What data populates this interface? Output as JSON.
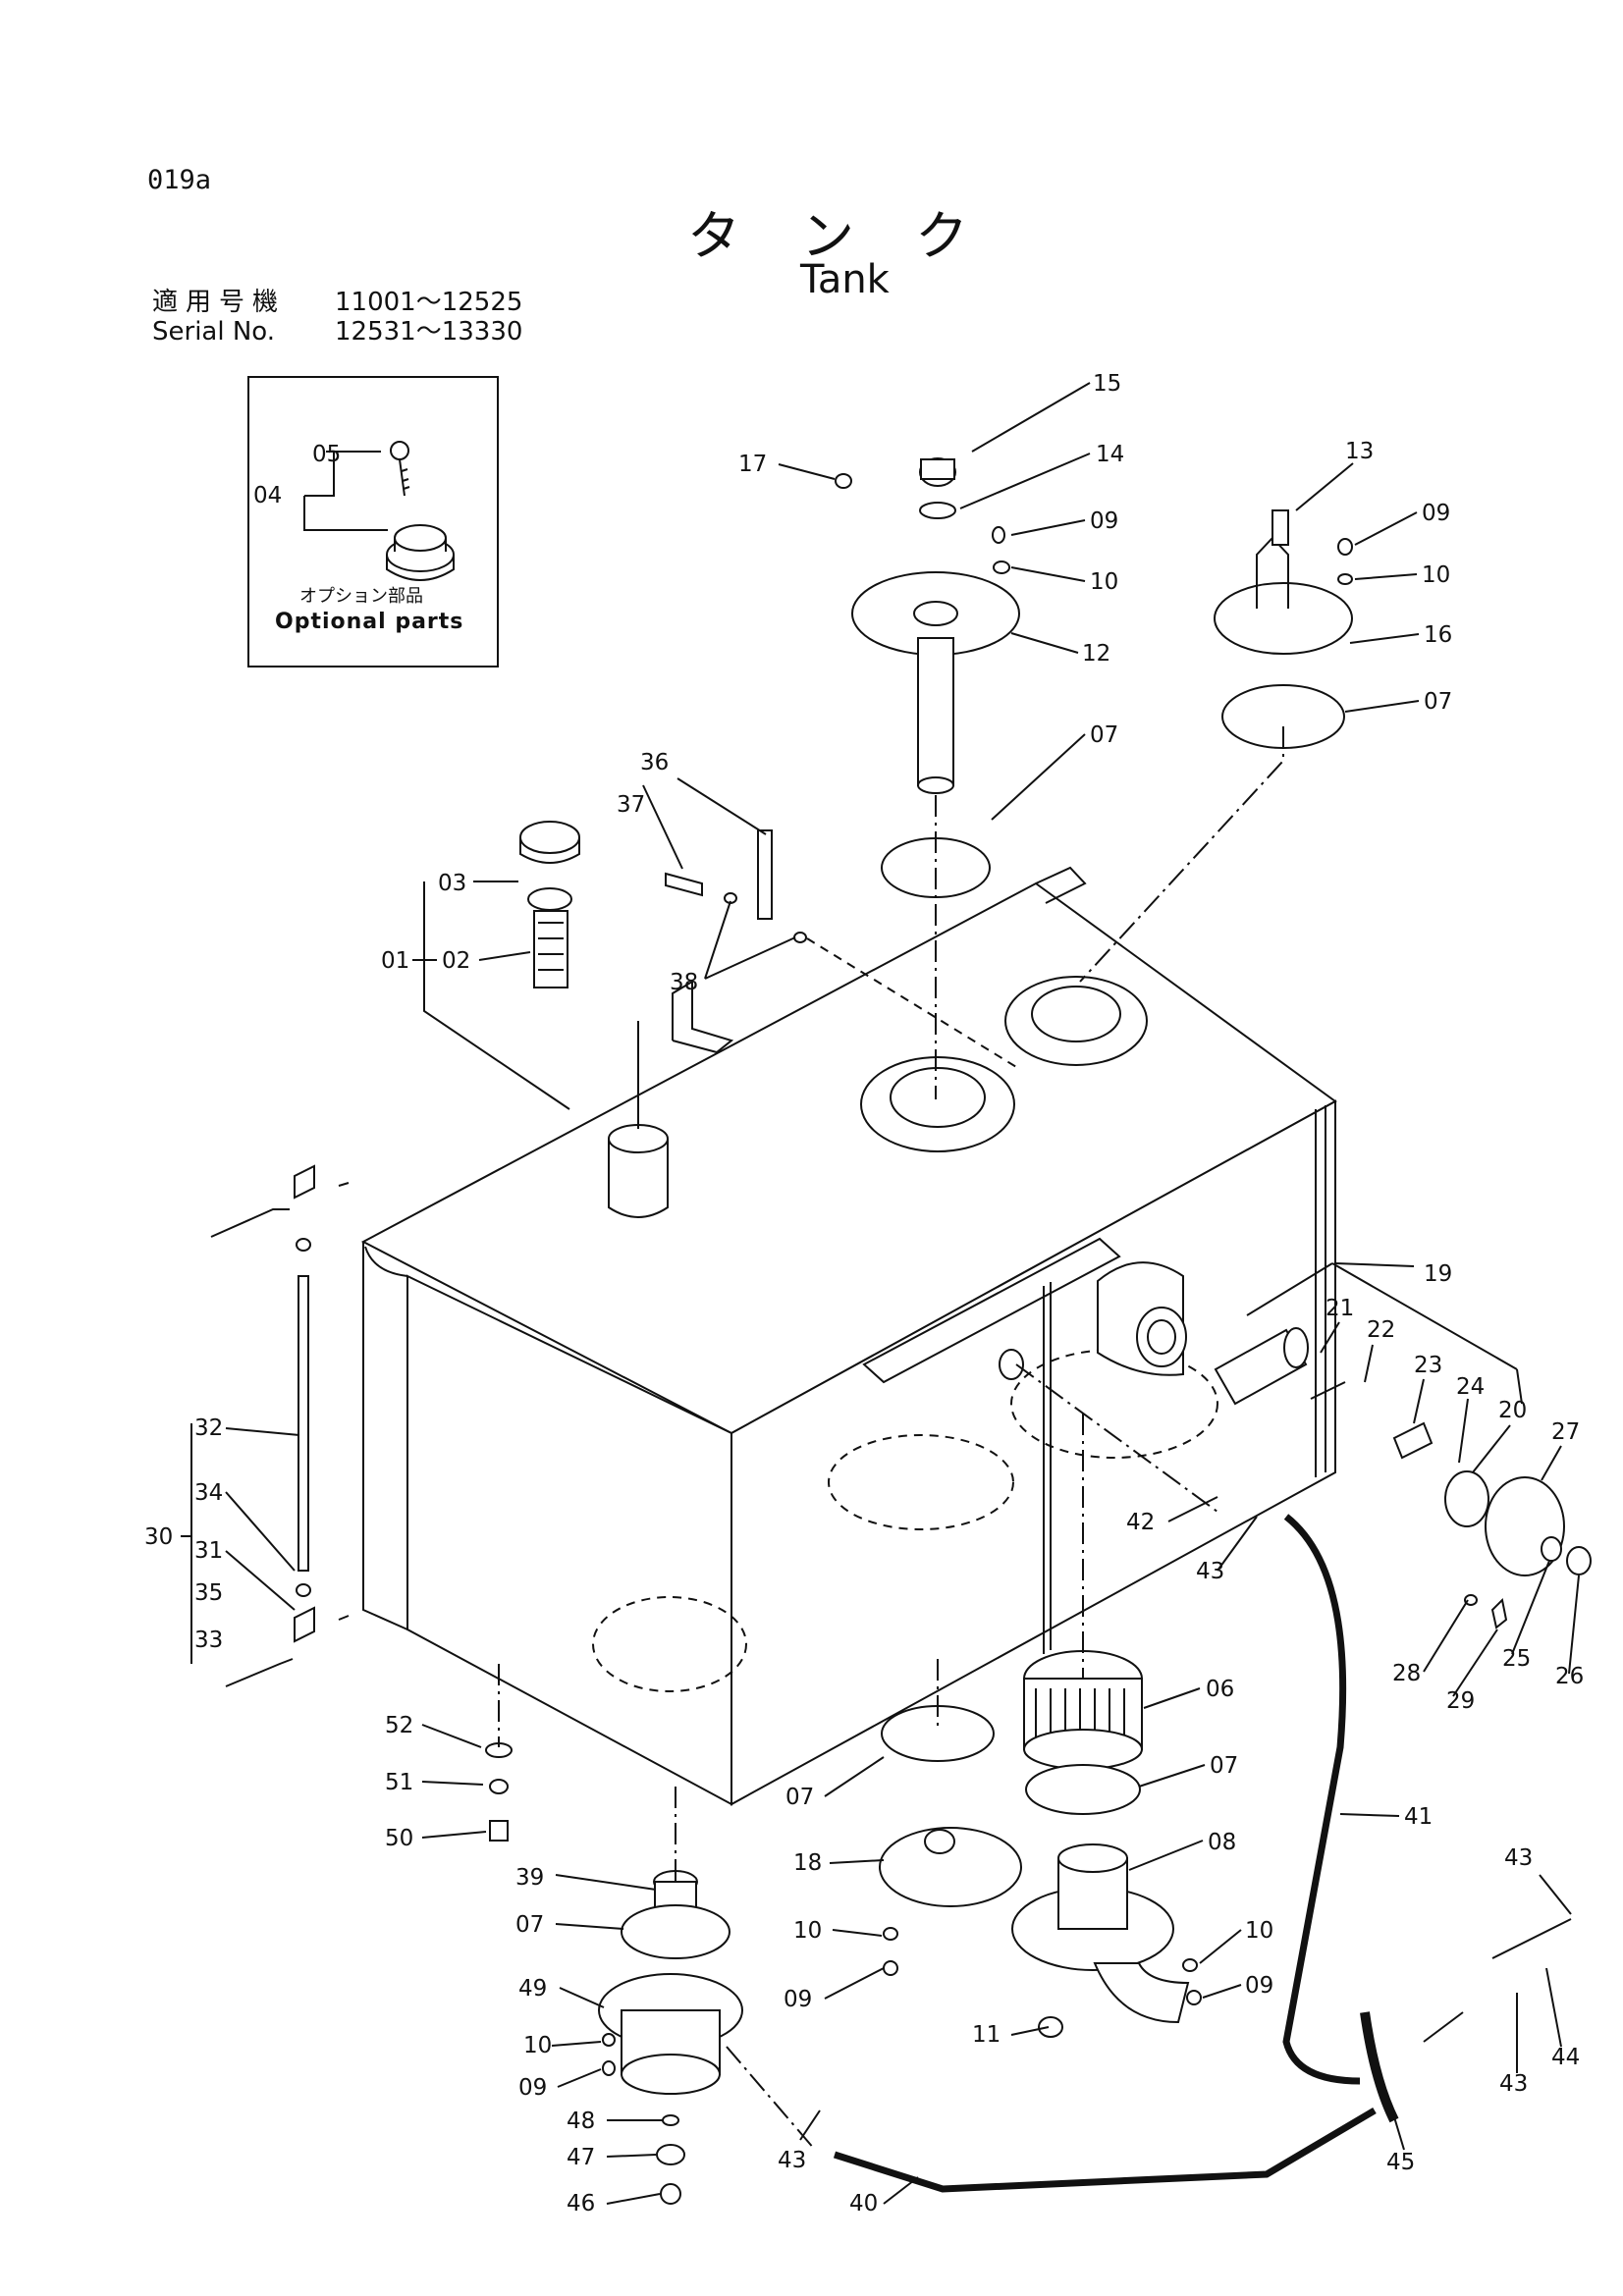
{
  "header": {
    "page_code": "019a",
    "title_jp": "タンク",
    "title_en": "Tank",
    "serial_label_jp": "適用号機",
    "serial_label_en": "Serial No.",
    "serial_range_1": "11001～12525",
    "serial_range_2": "12531～13330"
  },
  "inset": {
    "caption_jp": "オプション部品",
    "caption_en": "Optional parts"
  },
  "callouts": [
    {
      "id": "01",
      "label": "01"
    },
    {
      "id": "02",
      "label": "02"
    },
    {
      "id": "03",
      "label": "03"
    },
    {
      "id": "04",
      "label": "04"
    },
    {
      "id": "05",
      "label": "05"
    },
    {
      "id": "06",
      "label": "06"
    },
    {
      "id": "07",
      "label": "07"
    },
    {
      "id": "08",
      "label": "08"
    },
    {
      "id": "09",
      "label": "09"
    },
    {
      "id": "10",
      "label": "10"
    },
    {
      "id": "11",
      "label": "11"
    },
    {
      "id": "12",
      "label": "12"
    },
    {
      "id": "13",
      "label": "13"
    },
    {
      "id": "14",
      "label": "14"
    },
    {
      "id": "15",
      "label": "15"
    },
    {
      "id": "16",
      "label": "16"
    },
    {
      "id": "17",
      "label": "17"
    },
    {
      "id": "18",
      "label": "18"
    },
    {
      "id": "19",
      "label": "19"
    },
    {
      "id": "20",
      "label": "20"
    },
    {
      "id": "21",
      "label": "21"
    },
    {
      "id": "22",
      "label": "22"
    },
    {
      "id": "23",
      "label": "23"
    },
    {
      "id": "24",
      "label": "24"
    },
    {
      "id": "25",
      "label": "25"
    },
    {
      "id": "26",
      "label": "26"
    },
    {
      "id": "27",
      "label": "27"
    },
    {
      "id": "28",
      "label": "28"
    },
    {
      "id": "29",
      "label": "29"
    },
    {
      "id": "30",
      "label": "30"
    },
    {
      "id": "31",
      "label": "31"
    },
    {
      "id": "32",
      "label": "32"
    },
    {
      "id": "33",
      "label": "33"
    },
    {
      "id": "34",
      "label": "34"
    },
    {
      "id": "35",
      "label": "35"
    },
    {
      "id": "36",
      "label": "36"
    },
    {
      "id": "37",
      "label": "37"
    },
    {
      "id": "38",
      "label": "38"
    },
    {
      "id": "39",
      "label": "39"
    },
    {
      "id": "40",
      "label": "40"
    },
    {
      "id": "41",
      "label": "41"
    },
    {
      "id": "42",
      "label": "42"
    },
    {
      "id": "43",
      "label": "43"
    },
    {
      "id": "44",
      "label": "44"
    },
    {
      "id": "45",
      "label": "45"
    },
    {
      "id": "46",
      "label": "46"
    },
    {
      "id": "47",
      "label": "47"
    },
    {
      "id": "48",
      "label": "48"
    },
    {
      "id": "49",
      "label": "49"
    },
    {
      "id": "50",
      "label": "50"
    },
    {
      "id": "51",
      "label": "51"
    },
    {
      "id": "52",
      "label": "52"
    }
  ]
}
